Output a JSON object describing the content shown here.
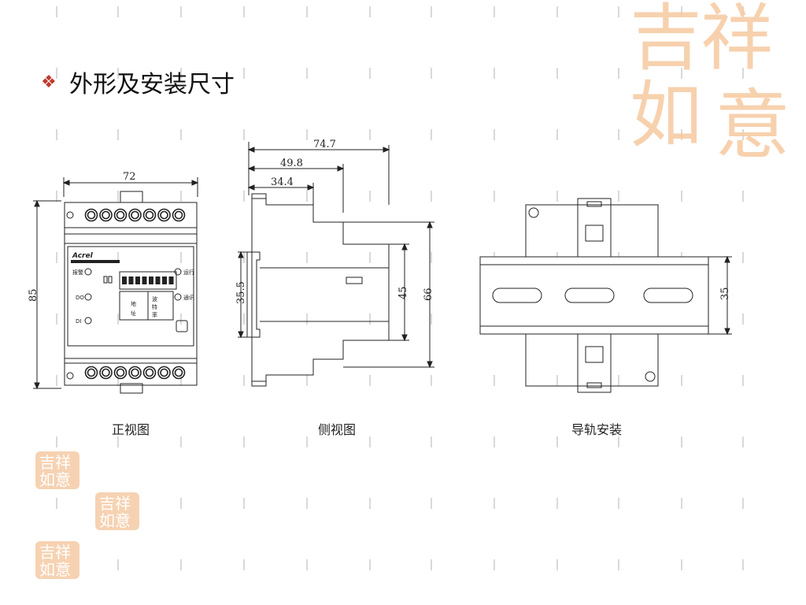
{
  "title": {
    "bullet": "❖",
    "text": "外形及安装尺寸"
  },
  "seal": {
    "text": "吉祥如意"
  },
  "front_view": {
    "caption": "正视图",
    "dim_width": "72",
    "dim_height": "85",
    "brand": "Acrel",
    "label_alarm": "报警",
    "label_do": "DO",
    "label_di": "DI",
    "label_run": "运行",
    "label_comm": "通讯",
    "address_label_1": "地",
    "address_label_2": "址",
    "baud_label_1": "波",
    "baud_label_2": "特",
    "baud_label_3": "率"
  },
  "side_view": {
    "caption": "侧视图",
    "dim_total": "74.7",
    "dim_mid": "49.8",
    "dim_front": "34.4",
    "dim_rail": "35.5",
    "dim_45": "45",
    "dim_66": "66"
  },
  "rail_view": {
    "caption": "导轨安装",
    "dim_rail": "35"
  }
}
